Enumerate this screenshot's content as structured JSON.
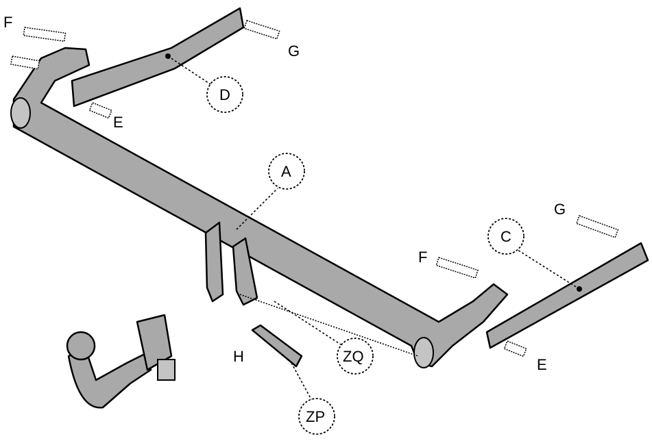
{
  "diagram": {
    "labels": {
      "f_left": "F",
      "g_top": "G",
      "d": "D",
      "e_left": "E",
      "a": "A",
      "c": "C",
      "g_right": "G",
      "f_right": "F",
      "e_right": "E",
      "zq": "ZQ",
      "h": "H",
      "zp": "ZP"
    }
  }
}
